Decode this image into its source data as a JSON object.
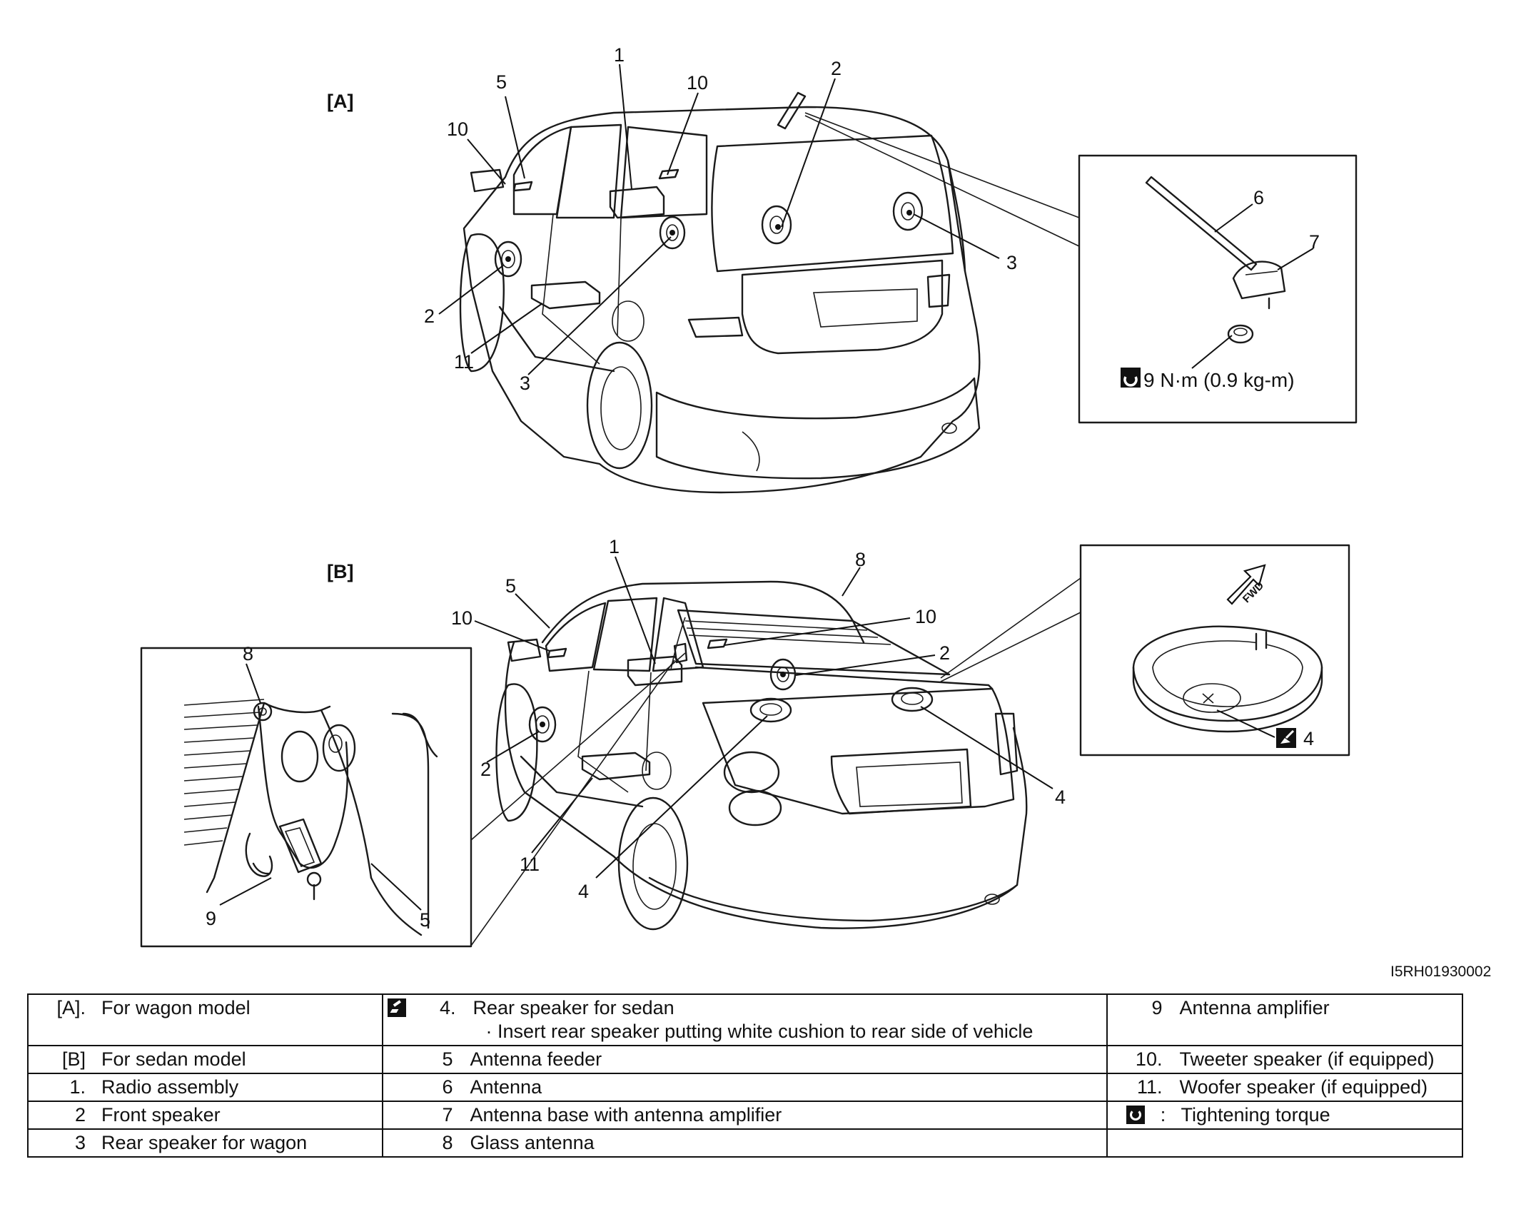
{
  "figure_code": "I5RH01930002",
  "section_a": {
    "label": "[A]"
  },
  "section_b": {
    "label": "[B]"
  },
  "callouts_a": {
    "c1": "1",
    "c2_top": "2",
    "c2_front": "2",
    "c3_right": "3",
    "c3_left": "3",
    "c5": "5",
    "c6": "6",
    "c7": "7",
    "c10_left": "10",
    "c10_top": "10",
    "c11": "11"
  },
  "torque_label": "9 N·m (0.9 kg-m)",
  "callouts_b": {
    "c1": "1",
    "c2_front": "2",
    "c2_rear": "2",
    "c4_right": "4",
    "c4_inset": "4",
    "c4_bottom": "4",
    "c5": "5",
    "c8": "8",
    "c10_left": "10",
    "c10_right": "10",
    "c11": "11"
  },
  "detail_callouts": {
    "c8": "8",
    "c9": "9",
    "c5": "5"
  },
  "fwd_label": "FWD",
  "icons": {
    "clean": "clean-install-icon",
    "torque": "torque-wrench-icon"
  },
  "legend": {
    "a_num": "[A].",
    "a_text": "For wagon model",
    "b_num": "[B]",
    "b_text": "For sedan model",
    "r1_num": "1.",
    "r1_text": "Radio assembly",
    "r2_num": "2",
    "r2_text": "Front speaker",
    "r3_num": "3",
    "r3_text": "Rear speaker for wagon",
    "r4_num": "4.",
    "r4_text": "Rear speaker for sedan",
    "r4_note": "· Insert rear speaker putting white cushion to rear side of vehicle",
    "r5_num": "5",
    "r5_text": "Antenna feeder",
    "r6_num": "6",
    "r6_text": "Antenna",
    "r7_num": "7",
    "r7_text": "Antenna base with antenna amplifier",
    "r8_num": "8",
    "r8_text": "Glass antenna",
    "r9_num": "9",
    "r9_text": "Antenna amplifier",
    "r10_num": "10.",
    "r10_text": "Tweeter speaker (if equipped)",
    "r11_num": "11.",
    "r11_text": "Woofer speaker (if equipped)",
    "torque_sep": ":",
    "torque_text": "Tightening torque"
  }
}
